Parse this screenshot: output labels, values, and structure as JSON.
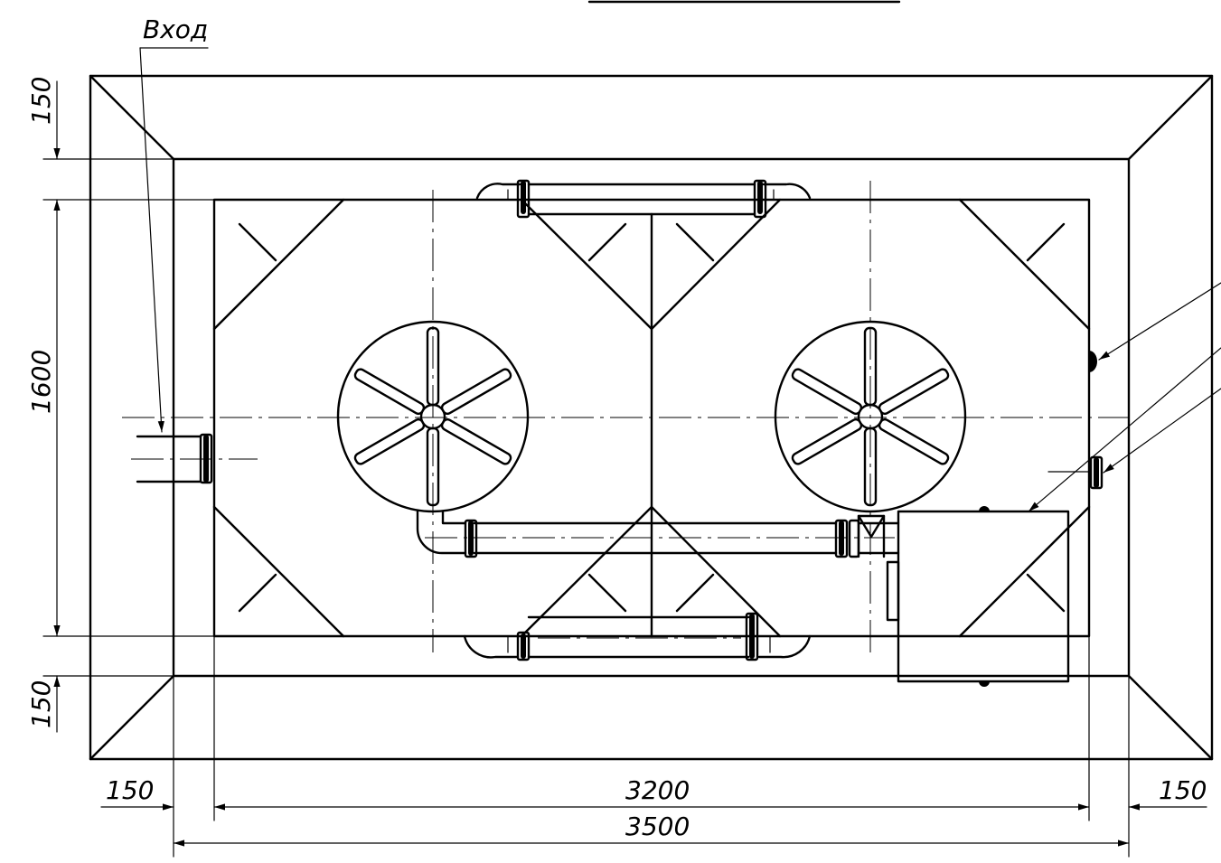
{
  "labels": {
    "inlet": "Вход"
  },
  "dimensions": {
    "top_margin": "150",
    "inner_height": "1600",
    "bottom_margin": "150",
    "left_margin": "150",
    "inner_width": "3200",
    "right_margin": "150",
    "overall_width": "3500"
  },
  "colors": {
    "line": "#000000",
    "background": "#ffffff"
  }
}
